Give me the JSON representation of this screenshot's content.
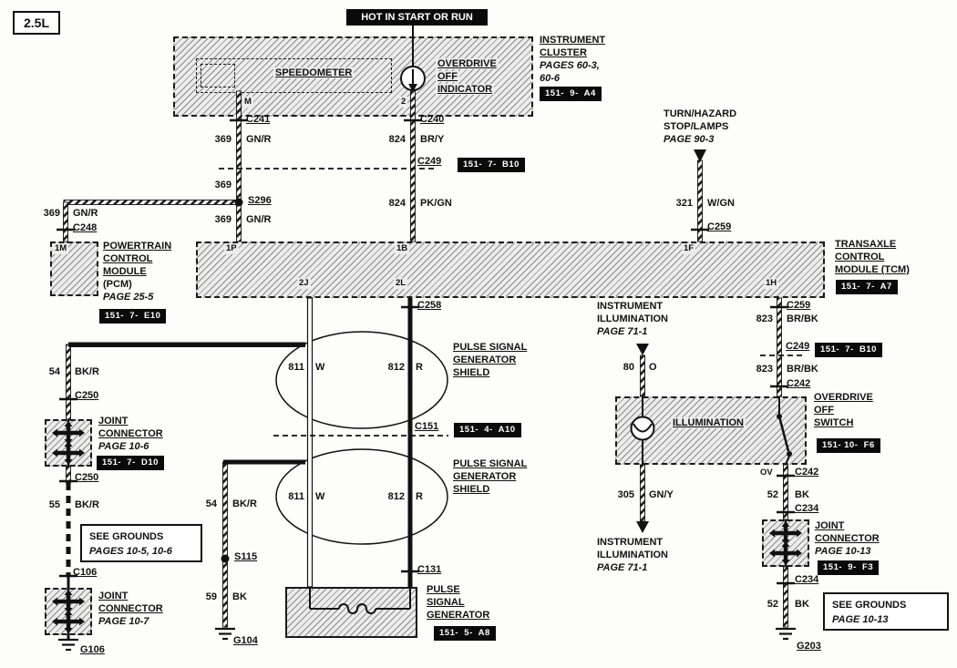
{
  "engine": "2.5L",
  "power": "HOT IN START OR RUN",
  "cluster": {
    "speedometer": "SPEEDOMETER",
    "od1": "OVERDRIVE",
    "od2": "OFF",
    "od3": "INDICATOR",
    "t1": "INSTRUMENT",
    "t2": "CLUSTER",
    "p1": "PAGES 60-3,",
    "p2": "60-6",
    "grid": "151-  9-  A4",
    "pin_m": "M",
    "pin_2": "2"
  },
  "turn": {
    "t1": "TURN/HAZARD",
    "t2": "STOP/LAMPS",
    "page": "PAGE 90-3"
  },
  "pcm": {
    "pin": "1M",
    "t1": "POWERTRAIN",
    "t2": "CONTROL",
    "t3": "MODULE",
    "t4": "(PCM)",
    "page": "PAGE 25-5",
    "grid": "151-  7-  E10"
  },
  "tcm": {
    "pin_1p": "1P",
    "pin_1b": "1B",
    "pin_1f": "1F",
    "pin_2j": "2J",
    "pin_2l": "2L",
    "pin_1h": "1H",
    "t1": "TRANSAXLE",
    "t2": "CONTROL",
    "t3": "MODULE (TCM)",
    "grid": "151-  7-  A7"
  },
  "conn": {
    "c241": "C241",
    "c240": "C240",
    "c249": "C249",
    "c249_grid": "151-  7-  B10",
    "s296": "S296",
    "c248": "C248",
    "c259_top": "C259",
    "c258": "C258",
    "c151": "C151",
    "c151_grid": "151-  4-  A10",
    "c131": "C131",
    "c250_a": "C250",
    "c250_b": "C250",
    "c106": "C106",
    "c259_b": "C259",
    "c249_b": "C249",
    "c249b_grid": "151-  7-  B10",
    "c242_a": "C242",
    "pin_ov": "OV",
    "c242_b": "C242",
    "c234_a": "C234",
    "c234_b": "C234",
    "s115": "S115",
    "g106": "G106",
    "g104": "G104",
    "g203": "G203"
  },
  "wire": {
    "n369_1": "369",
    "c369_1": "GN/R",
    "n369_2": "369",
    "n369_3": "369",
    "c369_3": "GN/R",
    "n369_4": "369",
    "c369_4": "GN/R",
    "n824_1": "824",
    "c824_1": "BR/Y",
    "n824_2": "824",
    "c824_2": "PK/GN",
    "n321": "321",
    "c321": "W/GN",
    "n823_1": "823",
    "c823_1": "BR/BK",
    "n823_2": "823",
    "c823_2": "BR/BK",
    "n80": "80",
    "c80": "O",
    "n305": "305",
    "c305": "GN/Y",
    "n52_1": "52",
    "c52_1": "BK",
    "n52_2": "52",
    "c52_2": "BK",
    "n54_1": "54",
    "c54_1": "BK/R",
    "n55": "55",
    "c55": "BK/R",
    "n54_2": "54",
    "c54_2": "BK/R",
    "n59": "59",
    "c59": "BK",
    "n811_1": "811",
    "c811_1": "W",
    "n812_1": "812",
    "c812_1": "R",
    "n811_2": "811",
    "c811_2": "W",
    "n812_2": "812",
    "c812_2": "R"
  },
  "shield": {
    "t1": "PULSE SIGNAL",
    "t2": "GENERATOR",
    "t3": "SHIELD"
  },
  "psg": {
    "t1": "PULSE",
    "t2": "SIGNAL",
    "t3": "GENERATOR",
    "grid": "151-  5-  A8"
  },
  "jc1": {
    "t1": "JOINT",
    "t2": "CONNECTOR",
    "page": "PAGE 10-6",
    "grid": "151-  7-  D10"
  },
  "jc2": {
    "t1": "JOINT",
    "t2": "CONNECTOR",
    "page": "PAGE 10-7"
  },
  "jc3": {
    "t1": "JOINT",
    "t2": "CONNECTOR",
    "page": "PAGE 10-13",
    "grid": "151-  9-  F3"
  },
  "illum": {
    "label": "ILLUMINATION",
    "in1": "INSTRUMENT",
    "in2": "ILLUMINATION",
    "in_page": "PAGE 71-1",
    "out1": "INSTRUMENT",
    "out2": "ILLUMINATION",
    "out_page": "PAGE 71-1"
  },
  "odswitch": {
    "t1": "OVERDRIVE",
    "t2": "OFF",
    "t3": "SWITCH",
    "grid": "151- 10-  F6"
  },
  "grounds_note_1": {
    "t1": "SEE GROUNDS",
    "t2": "PAGES 10-5, 10-6"
  },
  "grounds_note_2": {
    "t1": "SEE GROUNDS",
    "t2": "PAGE 10-13"
  }
}
